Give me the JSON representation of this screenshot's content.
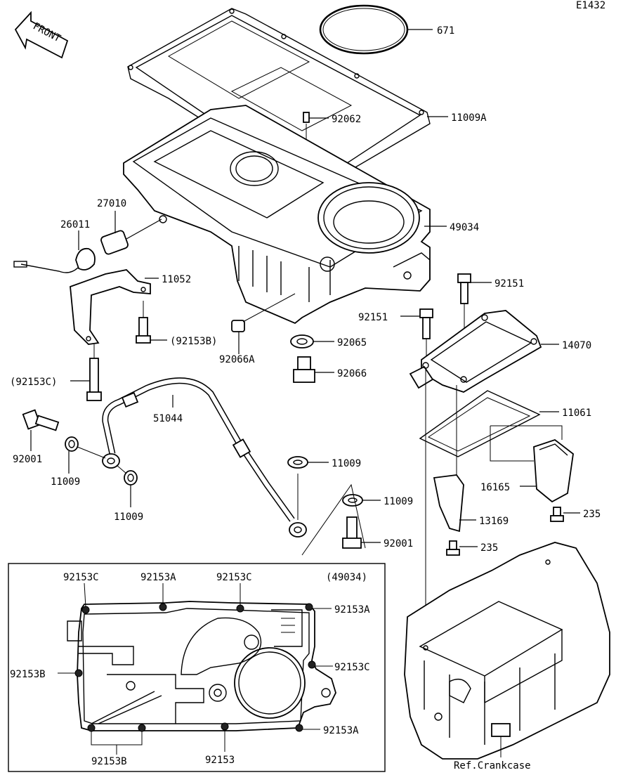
{
  "figure_code": "E1432",
  "front_label": "FRONT",
  "labels": {
    "p671": "671",
    "p11009A": "11009A",
    "p92062": "92062",
    "p49034": "49034",
    "p27010": "27010",
    "p26011": "26011",
    "p11052": "11052",
    "p92153B_paren": "(92153B)",
    "p92066A": "92066A",
    "p92065": "92065",
    "p92066": "92066",
    "p92151_top": "92151",
    "p92151_mid": "92151",
    "p14070": "14070",
    "p11061": "11061",
    "p92153C_paren": "(92153C)",
    "p51044": "51044",
    "p92001_left": "92001",
    "p11009_left": "11009",
    "p11009_lower": "11009",
    "p11009_right1": "11009",
    "p11009_right2": "11009",
    "p92001_right": "92001",
    "p16165": "16165",
    "p13169": "13169",
    "p235_a": "235",
    "p235_b": "235",
    "ref_crankcase": "Ref.Crankcase"
  },
  "inset": {
    "title": "(49034)",
    "labels": {
      "i92153C_1": "92153C",
      "i92153A_1": "92153A",
      "i92153C_2": "92153C",
      "i92153A_2": "92153A",
      "i92153B_left": "92153B",
      "i92153C_3": "92153C",
      "i92153A_3": "92153A",
      "i92153B_bottom": "92153B",
      "i92153": "92153"
    }
  }
}
